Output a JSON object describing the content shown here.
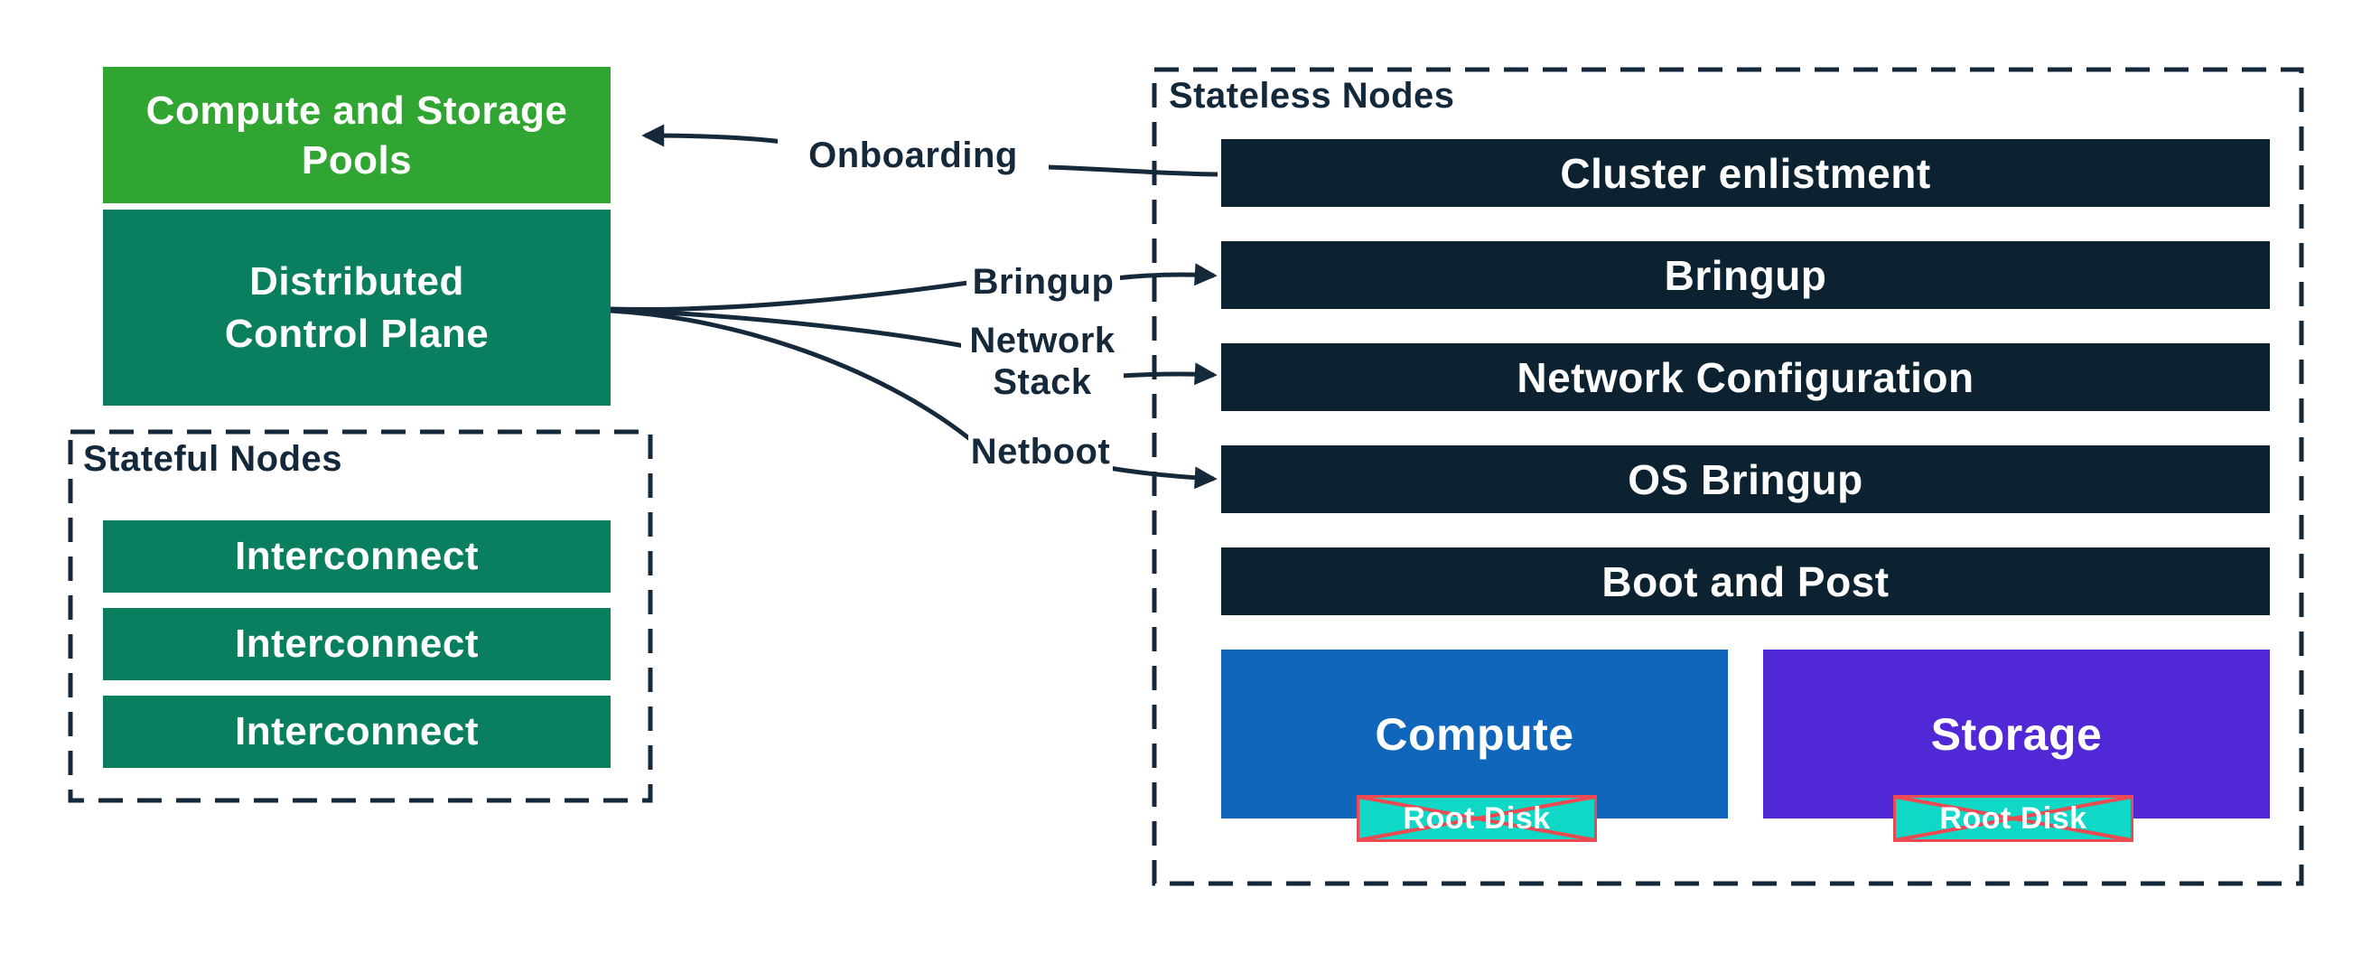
{
  "colors": {
    "bright_green": "#31A531",
    "teal_green": "#0A7F5F",
    "navy_bar": "#0D2231",
    "navy_text": "#13293B",
    "blue": "#1066BB",
    "purple": "#5028D6",
    "teal_badge": "#0FD8C7",
    "red_cross": "#EC4A52",
    "white": "#ffffff"
  },
  "left": {
    "pools": {
      "label": "Compute and Storage Pools"
    },
    "control_plane": {
      "label": "Distributed\nControl Plane"
    },
    "stateful": {
      "title": "Stateful Nodes",
      "nodes": [
        "Interconnect",
        "Interconnect",
        "Interconnect"
      ]
    }
  },
  "right": {
    "title": "Stateless Nodes",
    "steps": [
      "Cluster enlistment",
      "Bringup",
      "Network Configuration",
      "OS Bringup",
      "Boot and Post"
    ],
    "pools": [
      {
        "label": "Compute",
        "badge": "Root Disk",
        "crossed_out": true
      },
      {
        "label": "Storage",
        "badge": "Root Disk",
        "crossed_out": true
      }
    ]
  },
  "arrows": {
    "onboarding": {
      "label": "Onboarding"
    },
    "bringup": {
      "label": "Bringup"
    },
    "network_stack": {
      "label": "Network\nStack"
    },
    "netboot": {
      "label": "Netboot"
    }
  }
}
